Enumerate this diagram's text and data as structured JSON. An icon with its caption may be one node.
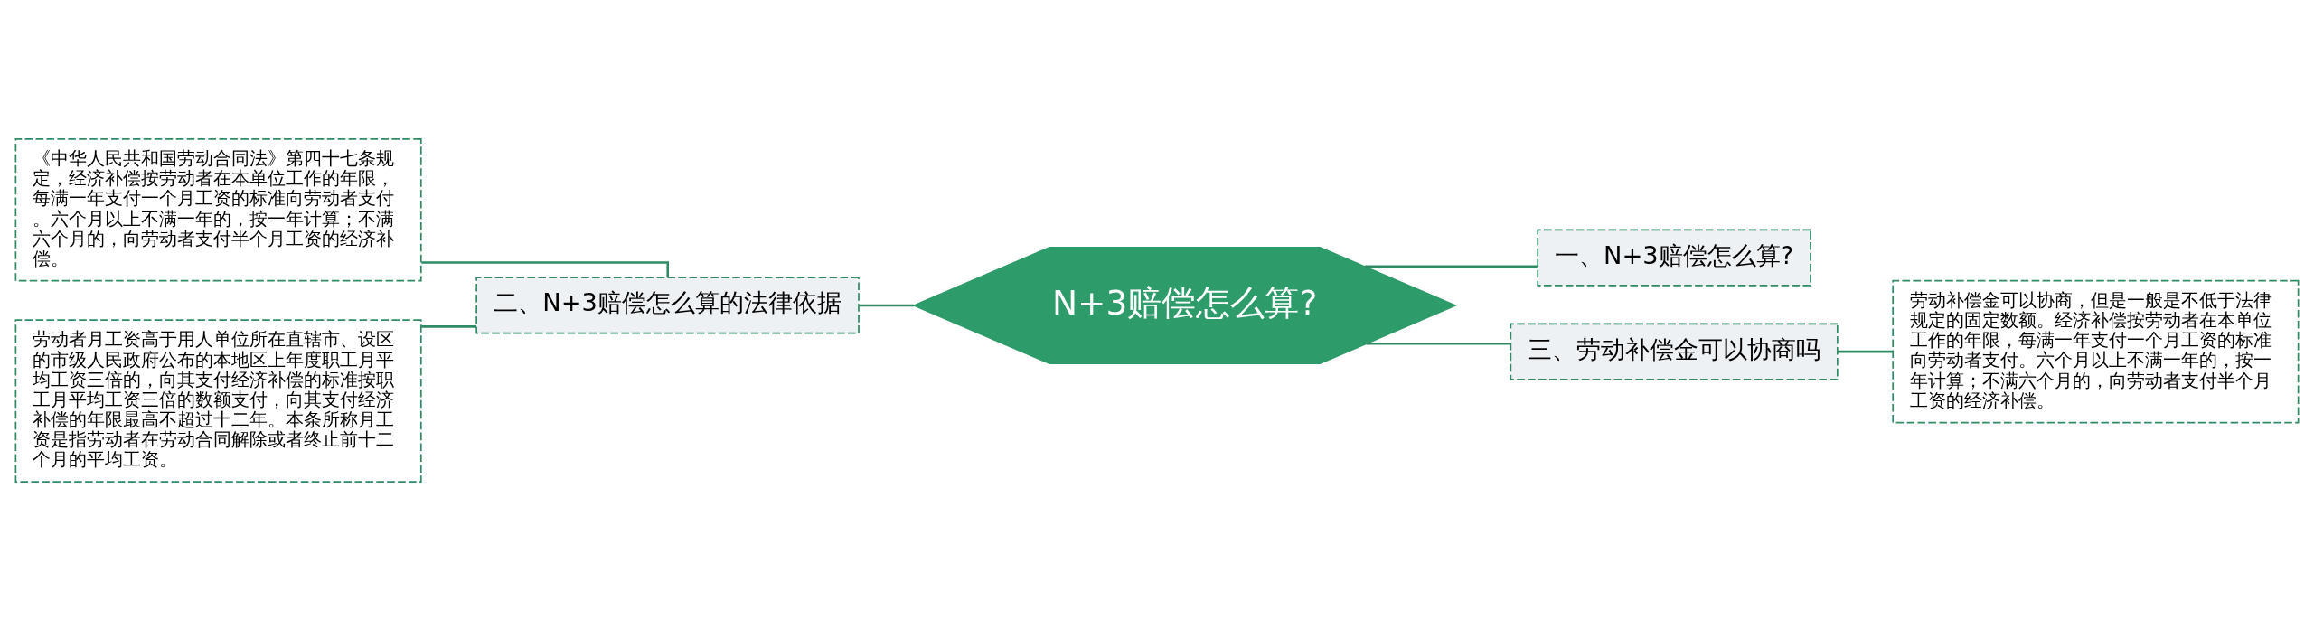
{
  "diagram": {
    "nodes": [
      {
        "text": [
          "N+3赔偿怎么算?"
        ]
      },
      {
        "text": [
          "一、N+3赔偿怎么算?"
        ]
      },
      {
        "text": [
          "二、N+3赔偿怎么算的法律依据"
        ]
      },
      {
        "text": [
          "三、劳动补偿金可以协商吗"
        ]
      },
      {
        "text": [
          "《中华人民共和国劳动合同法》第四十七条规定，经济补偿按劳动者在本单位工作的年限，每满一年支付一个月工资的标准向劳动者支付。六个月以上不满一年的，按一年计算；不满六个月的，向劳动者支付半个月工资的经济补偿。"
        ]
      },
      {
        "text": [
          "劳动者月工资高于用人单位所在直辖市、设区的市级人民政府公布的本地区上年度职工月平均工资三倍的，向其支付经济补偿的标准按职工月平均工资三倍的数额支付，向其支付经济补偿的年限最高不超过十二年。本条所称月工资是指劳动者在劳动合同解除或者终止前十二个月的平均工资。"
        ]
      },
      {
        "text": [
          "劳动补偿金可以协商，但是一般是不低于法律规定的固定数额。经济补偿按劳动者在本单位工作的年限，每满一年支付一个月工资的标准向劳动者支付。六个月以上不满一年的，按一年计算；不满六个月的，向劳动者支付半个月工资的经济补偿。"
        ]
      }
    ],
    "edges": [
      {
        "from": 0,
        "to": 1,
        "arrow": "none"
      },
      {
        "from": 0,
        "to": 2,
        "arrow": "none"
      },
      {
        "from": 0,
        "to": 3,
        "arrow": "none"
      },
      {
        "from": 2,
        "to": 4,
        "arrow": "none"
      },
      {
        "from": 2,
        "to": 5,
        "arrow": "none"
      },
      {
        "from": 3,
        "to": 6,
        "arrow": "none"
      }
    ]
  }
}
